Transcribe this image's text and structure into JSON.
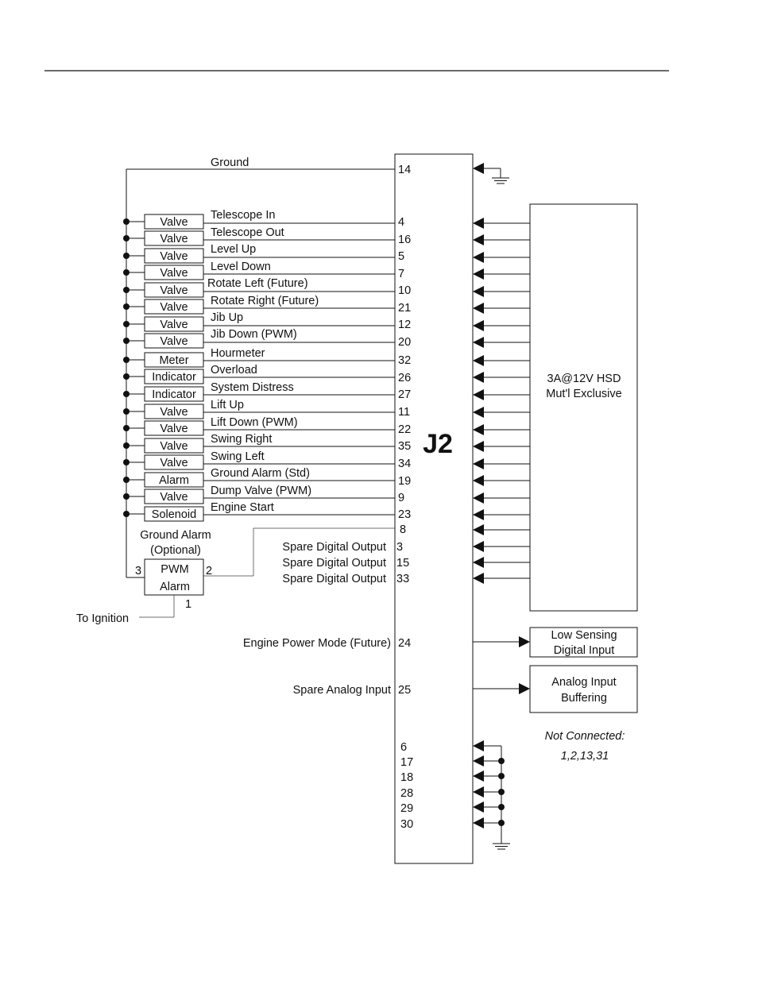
{
  "connector": {
    "name": "J2"
  },
  "ground_line": {
    "label": "Ground",
    "pin": "14"
  },
  "outputs": [
    {
      "device": "Valve",
      "signal": "Telescope In",
      "pin": "4"
    },
    {
      "device": "Valve",
      "signal": "Telescope Out",
      "pin": "16"
    },
    {
      "device": "Valve",
      "signal": "Level Up",
      "pin": "5"
    },
    {
      "device": "Valve",
      "signal": "Level Down",
      "pin": "7"
    },
    {
      "device": "Valve",
      "signal": "Rotate Left (Future)",
      "pin": "10"
    },
    {
      "device": "Valve",
      "signal": "Rotate Right (Future)",
      "pin": "21"
    },
    {
      "device": "Valve",
      "signal": "Jib Up",
      "pin": "12"
    },
    {
      "device": "Valve",
      "signal": "Jib Down (PWM)",
      "pin": "20"
    },
    {
      "device": "Meter",
      "signal": "Hourmeter",
      "pin": "32"
    },
    {
      "device": "Indicator",
      "signal": "Overload",
      "pin": "26"
    },
    {
      "device": "Indicator",
      "signal": "System Distress",
      "pin": "27"
    },
    {
      "device": "Valve",
      "signal": "Lift Up",
      "pin": "11"
    },
    {
      "device": "Valve",
      "signal": "Lift Down (PWM)",
      "pin": "22"
    },
    {
      "device": "Valve",
      "signal": "Swing Right",
      "pin": "35"
    },
    {
      "device": "Valve",
      "signal": "Swing Left",
      "pin": "34"
    },
    {
      "device": "Alarm",
      "signal": "Ground Alarm (Std)",
      "pin": "19"
    },
    {
      "device": "Valve",
      "signal": "Dump Valve (PWM)",
      "pin": "9"
    },
    {
      "device": "Solenoid",
      "signal": "Engine Start",
      "pin": "23"
    }
  ],
  "pin_8": "8",
  "spare_outputs": [
    {
      "label": "Spare Digital Output",
      "pin": "3"
    },
    {
      "label": "Spare Digital Output",
      "pin": "15"
    },
    {
      "label": "Spare Digital Output",
      "pin": "33"
    }
  ],
  "pwm_alarm": {
    "caption_line1": "Ground Alarm",
    "caption_line2": "(Optional)",
    "label_line1": "PWM",
    "label_line2": "Alarm",
    "pin_left": "3",
    "pin_right": "2",
    "pin_bottom": "1",
    "ignition_label": "To Ignition"
  },
  "hsd_block": {
    "line1": "3A@12V HSD",
    "line2": "Mut'l Exclusive"
  },
  "inputs": [
    {
      "label": "Engine Power Mode (Future)",
      "pin": "24",
      "block_line1": "Low Sensing",
      "block_line2": "Digital Input"
    },
    {
      "label": "Spare Analog Input",
      "pin": "25",
      "block_line1": "Analog Input",
      "block_line2": "Buffering"
    }
  ],
  "not_connected": {
    "line1": "Not Connected:",
    "line2": "1,2,13,31"
  },
  "grounded_pins": [
    "6",
    "17",
    "18",
    "28",
    "29",
    "30"
  ]
}
